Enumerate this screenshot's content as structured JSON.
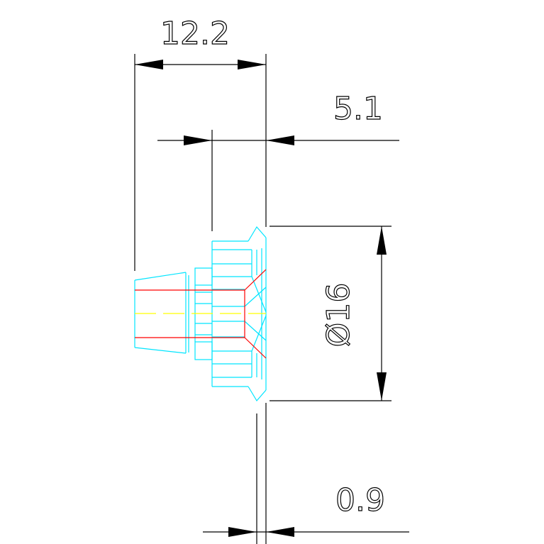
{
  "drawing": {
    "dimensions": {
      "overall_length": "12.2",
      "flange_length": "5.1",
      "diameter": "Ø16",
      "tip_thickness": "0.9"
    },
    "colors": {
      "dimension_lines": "#000000",
      "outline": "#00e5ff",
      "bore": "#ff0000",
      "centerline": "#ffff00",
      "background": "#ffffff"
    }
  }
}
